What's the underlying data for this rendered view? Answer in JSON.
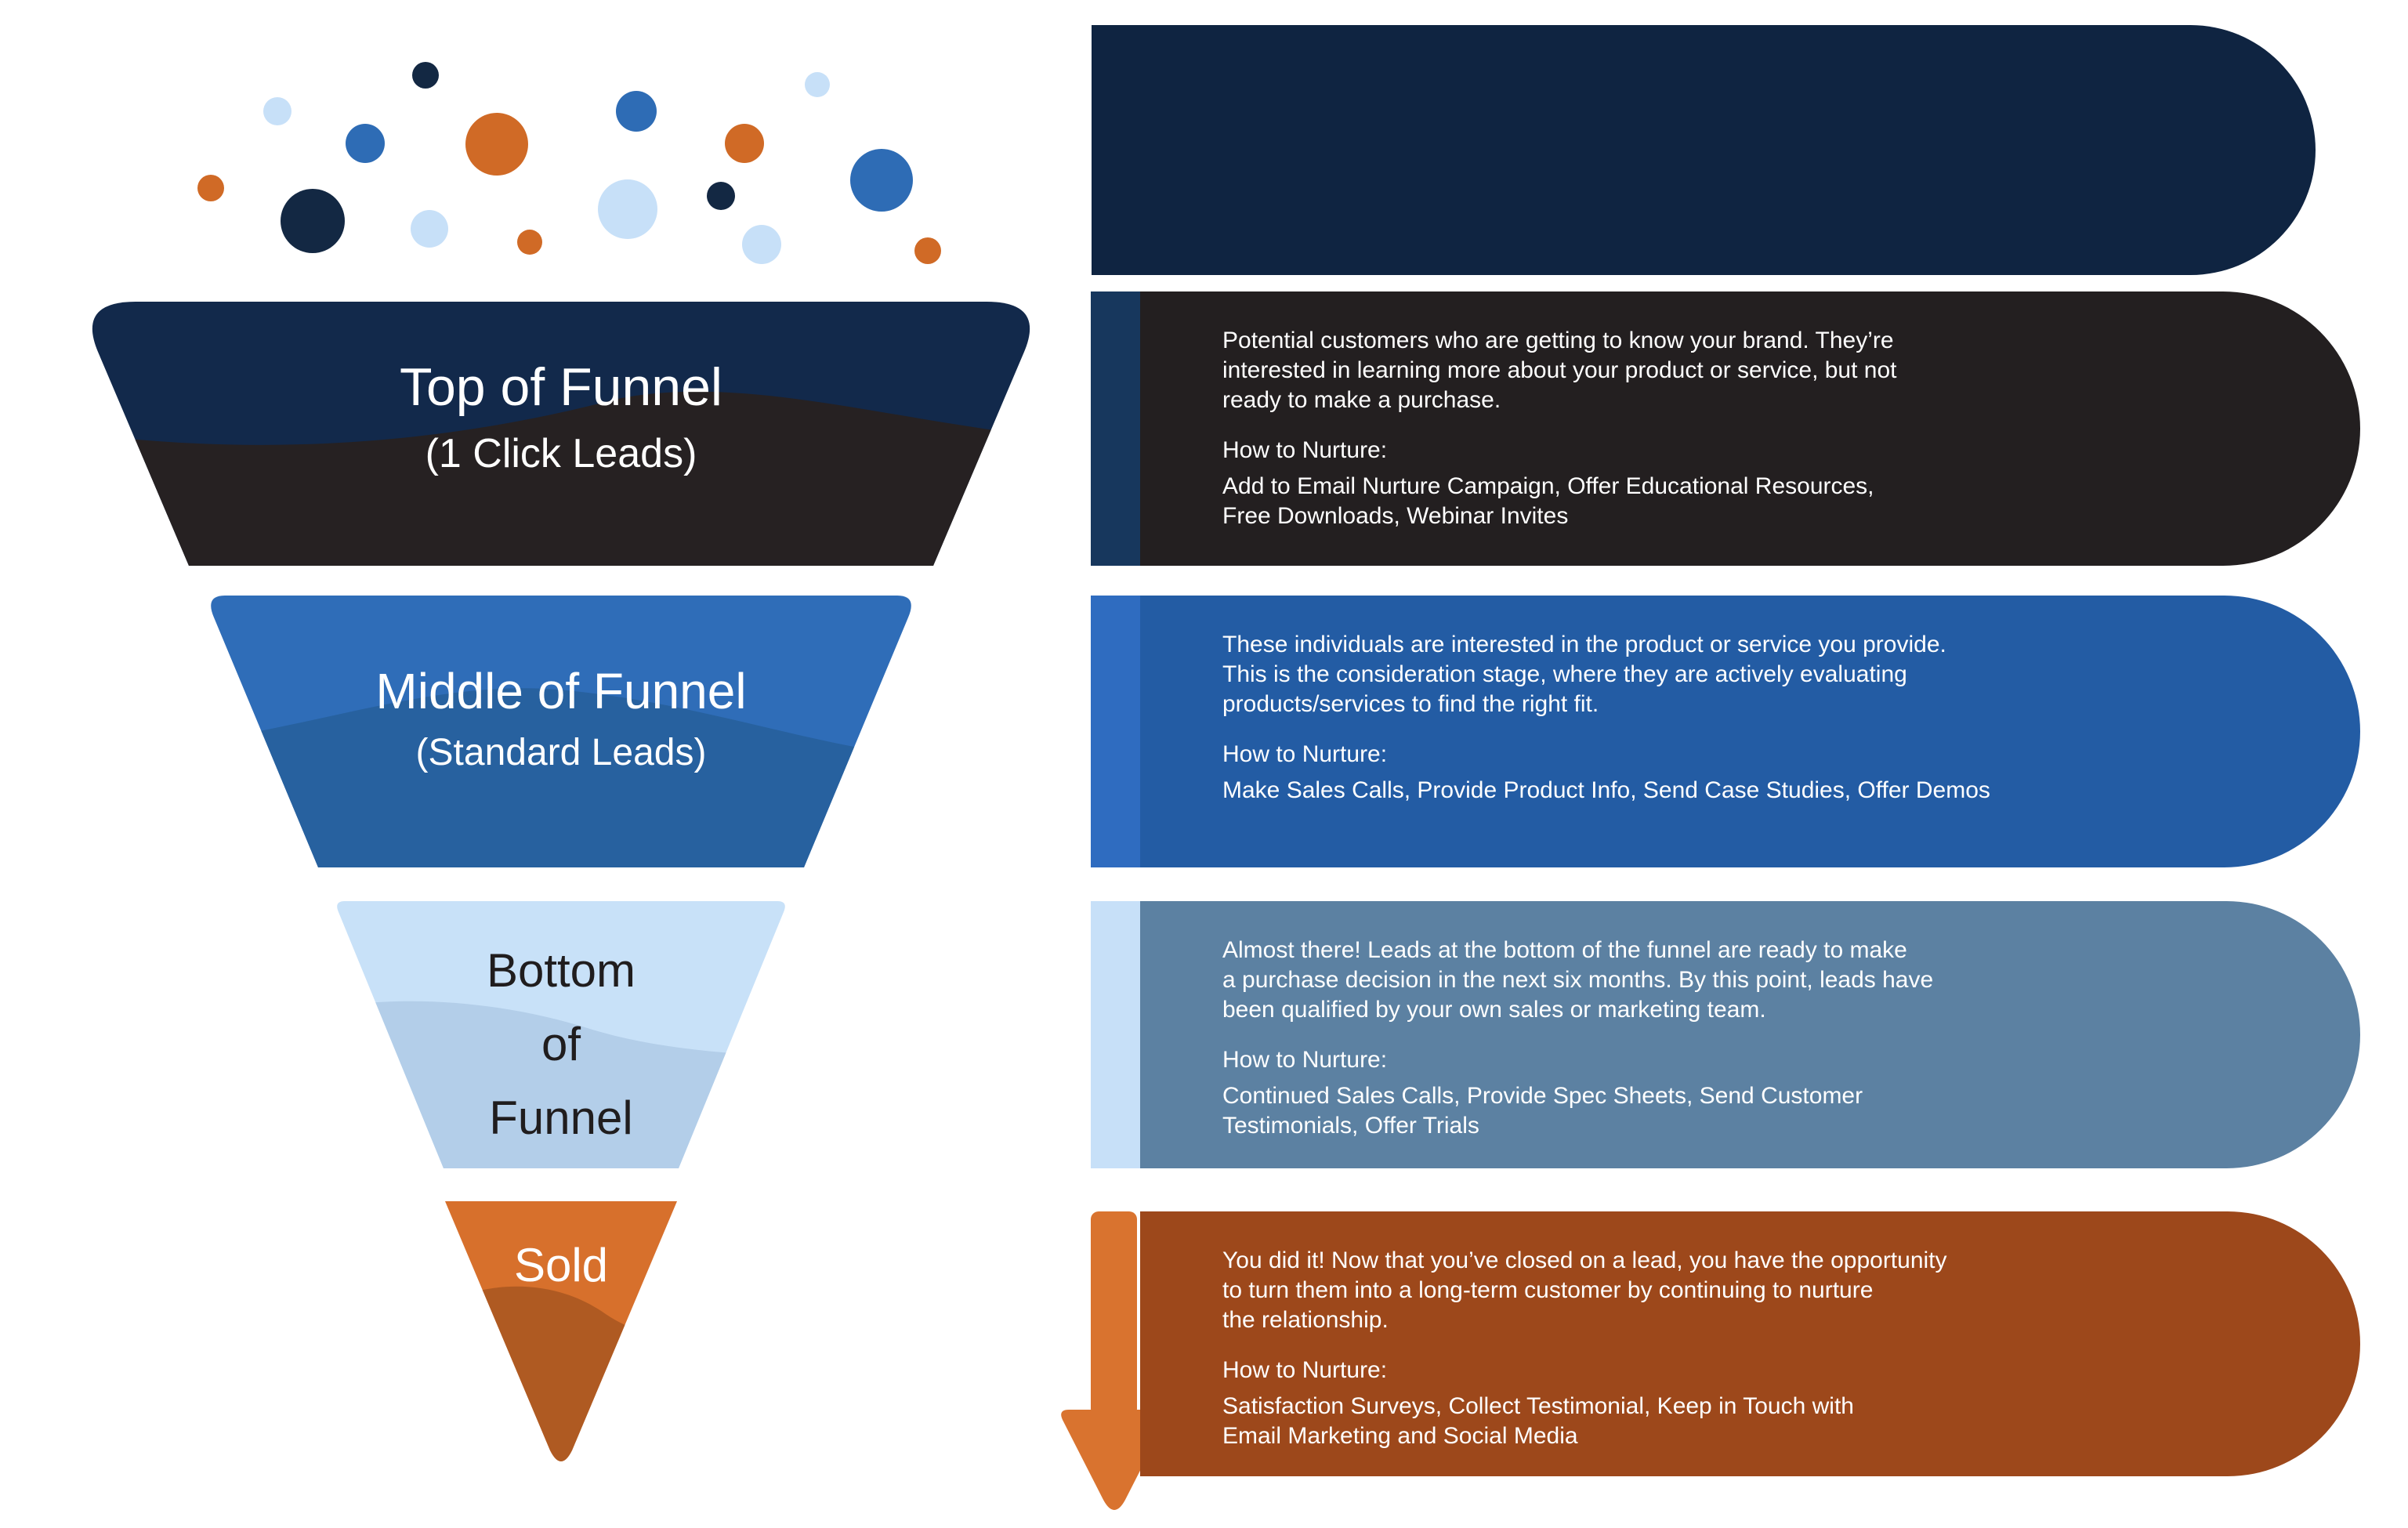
{
  "page": {
    "background": "#FFFFFF"
  },
  "header_block": {
    "text": ""
  },
  "funnel": {
    "stages": [
      {
        "id": "top",
        "title": "Top of Funnel",
        "subtitle": "(1 Click Leads)",
        "color_top": "#12294B",
        "color_bottom": "#262122",
        "text_color": "#FFFFFF"
      },
      {
        "id": "middle",
        "title": "Middle of Funnel",
        "subtitle": "(Standard Leads)",
        "color_top": "#2F6DB8",
        "color_bottom": "#27619F",
        "text_color": "#FFFFFF"
      },
      {
        "id": "bottom",
        "title": "Bottom\nof\nFunnel",
        "subtitle": "",
        "color_top": "#C8E1F8",
        "color_bottom": "#B3CEE9",
        "text_color": "#201D1E"
      },
      {
        "id": "sold",
        "title": "Sold",
        "subtitle": "",
        "color_top": "#D7702C",
        "color_bottom": "#AF5A22",
        "text_color": "#FFFFFF"
      }
    ]
  },
  "details": [
    {
      "stage": "Top of Funnel",
      "accent_color": "#17375D",
      "background": "#231F20",
      "description": "Potential customers who are getting to know your brand. They’re\ninterested in learning more about your product or service, but not\nready to make a purchase.",
      "nurture_label": "How to Nurture:",
      "nurture_methods": "Add to Email Nurture Campaign, Offer Educational Resources,\nFree Downloads, Webinar Invites"
    },
    {
      "stage": "Middle of Funnel",
      "accent_color": "#2F6CC0",
      "background": "#235CA4",
      "description": "These individuals are interested in the product or service you provide.\nThis is the consideration stage, where they are actively evaluating\nproducts/services to find the right fit.",
      "nurture_label": "How to Nurture:",
      "nurture_methods": "Make Sales Calls, Provide Product Info, Send Case Studies, Offer Demos"
    },
    {
      "stage": "Bottom of Funnel",
      "accent_color": "#C7E0F8",
      "background": "#5C81A2",
      "description": "Almost there! Leads at the bottom of the funnel are ready to make\na purchase decision in the next six months. By this point, leads have\nbeen qualified by your own sales or marketing team.",
      "nurture_label": "How to Nurture:",
      "nurture_methods": "Continued Sales Calls, Provide Spec Sheets, Send Customer\nTestimonials, Offer Trials"
    },
    {
      "stage": "Sold",
      "accent_color": "#D9732F",
      "background": "#9D481B",
      "description": "You did it! Now that you’ve closed on a lead, you have the opportunity\nto turn them into a long-term customer by continuing to nurture\nthe relationship.",
      "nurture_label": "How to Nurture:",
      "nurture_methods": "Satisfaction Surveys, Collect Testimonial, Keep in Touch with\nEmail Marketing and Social Media"
    }
  ],
  "decor": {
    "dot_colors": {
      "navy": "#132843",
      "blue": "#2E6CB5",
      "light_blue": "#C7E0F8",
      "orange": "#D06A26"
    },
    "arrow_icon": "arrow-down-icon"
  }
}
